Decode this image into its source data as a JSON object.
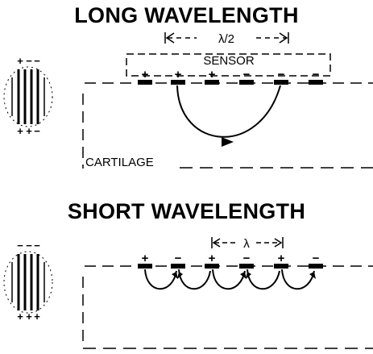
{
  "top_panel": {
    "title": "LONG WAVELENGTH",
    "span_label": "λ/2",
    "sensor_label": "SENSOR",
    "tissue_label": "CARTILAGE",
    "electrode_signs": [
      "+",
      "+",
      "+",
      "−",
      "−",
      "−"
    ],
    "side_signs_top": [
      "+",
      "−",
      "−"
    ],
    "side_signs_bottom": [
      "+",
      "+",
      "−"
    ]
  },
  "bottom_panel": {
    "title": "SHORT WAVELENGTH",
    "span_label": "λ",
    "electrode_signs": [
      "+",
      "−",
      "+",
      "−",
      "+",
      "−"
    ],
    "side_signs_top": [
      "−",
      "−",
      "−"
    ],
    "side_signs_bottom": [
      "+",
      "+",
      "+"
    ]
  }
}
